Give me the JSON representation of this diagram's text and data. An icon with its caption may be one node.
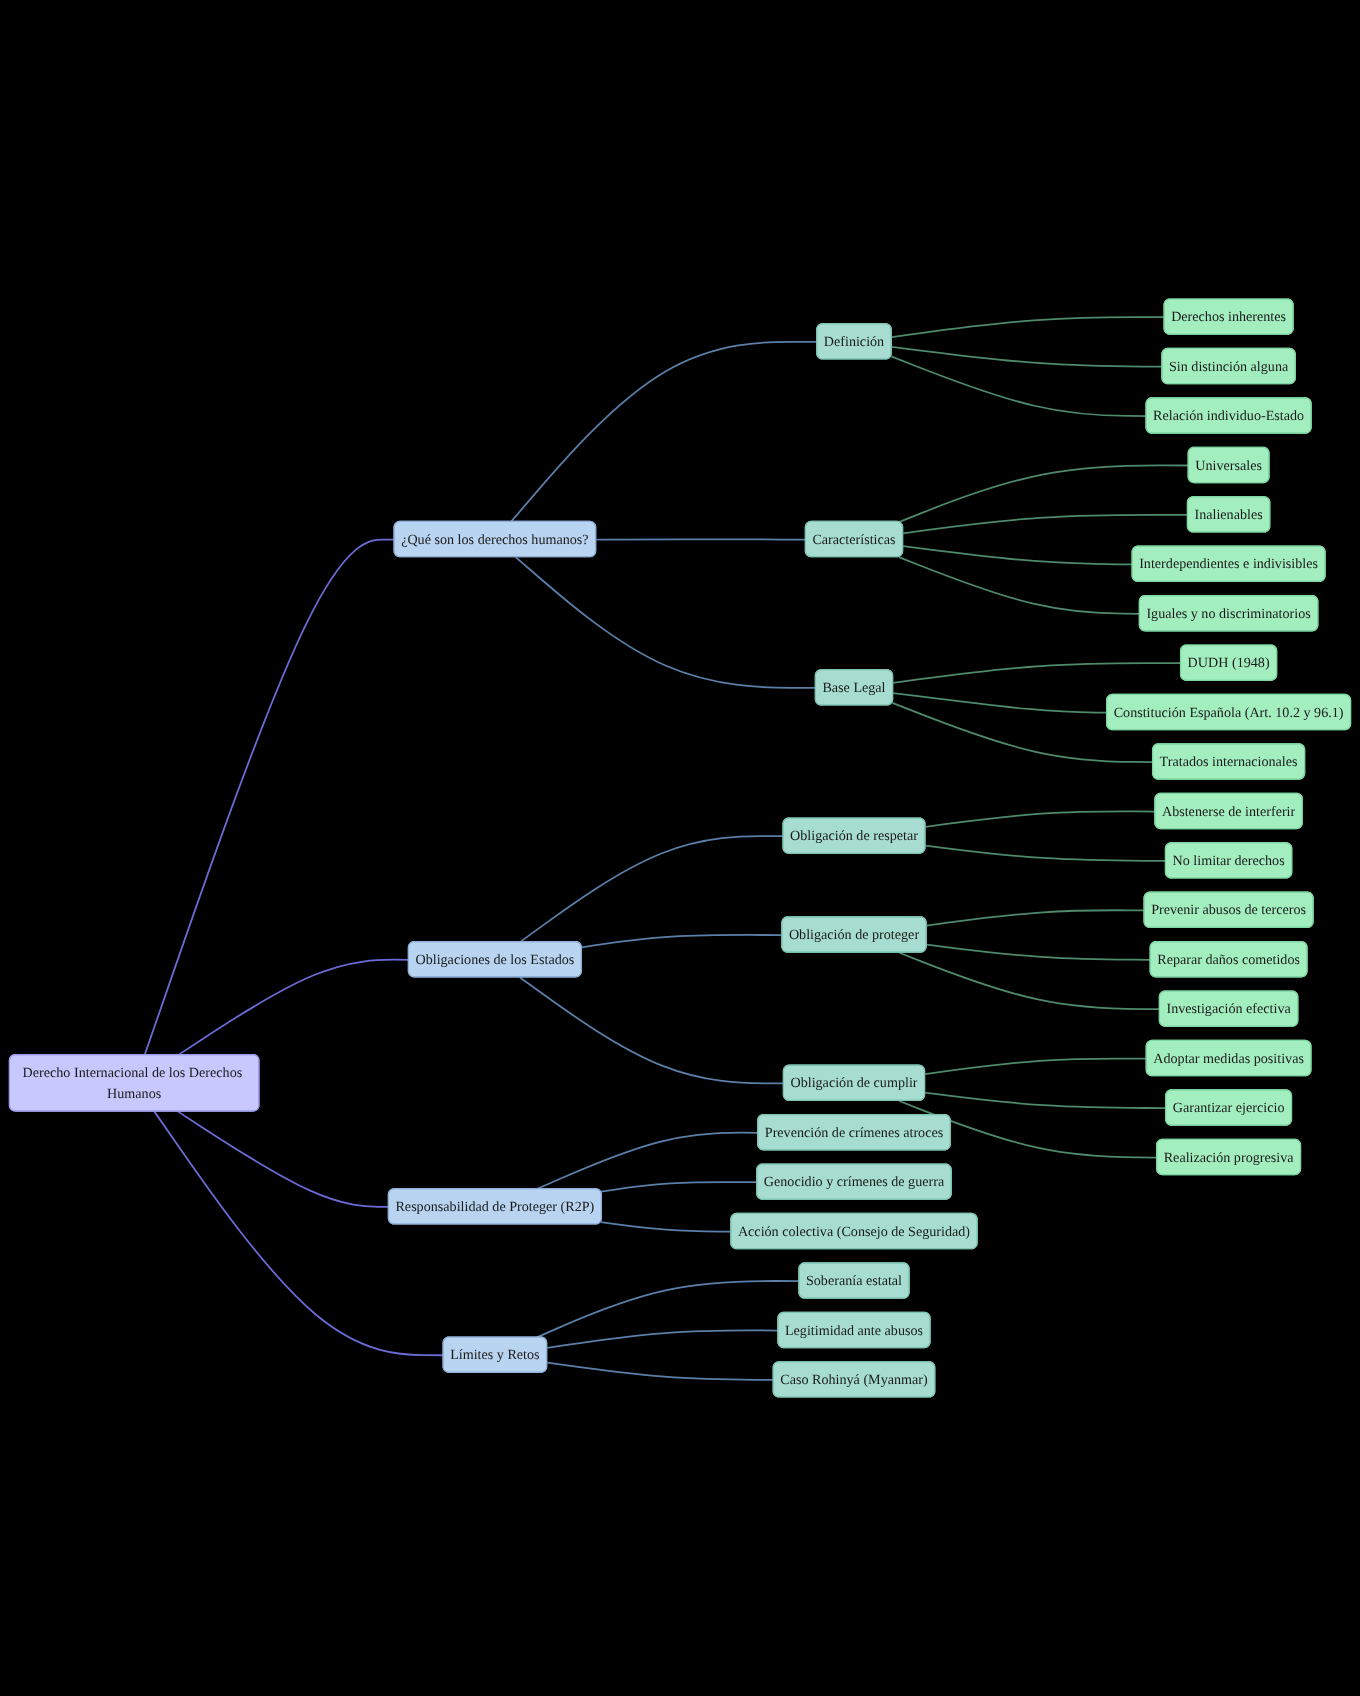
{
  "diagram": {
    "nodes": [
      {
        "text": [
          "Derecho Internacional de los Derechos Humanos"
        ]
      },
      {
        "text": [
          "¿Qué son los derechos humanos?"
        ]
      },
      {
        "text": [
          "Definición"
        ]
      },
      {
        "text": [
          "Derechos inherentes"
        ]
      },
      {
        "text": [
          "Sin distinción alguna"
        ]
      },
      {
        "text": [
          "Relación individuo-Estado"
        ]
      },
      {
        "text": [
          "Características"
        ]
      },
      {
        "text": [
          "Universales"
        ]
      },
      {
        "text": [
          "Inalienables"
        ]
      },
      {
        "text": [
          "Interdependientes e indivisibles"
        ]
      },
      {
        "text": [
          "Iguales y no discriminatorios"
        ]
      },
      {
        "text": [
          "Base Legal"
        ]
      },
      {
        "text": [
          "DUDH (1948)"
        ]
      },
      {
        "text": [
          "Constitución Española (Art. 10.2 y 96.1)"
        ]
      },
      {
        "text": [
          "Tratados internacionales"
        ]
      },
      {
        "text": [
          "Obligaciones de los Estados"
        ]
      },
      {
        "text": [
          "Obligación de respetar"
        ]
      },
      {
        "text": [
          "Abstenerse de interferir"
        ]
      },
      {
        "text": [
          "No limitar derechos"
        ]
      },
      {
        "text": [
          "Obligación de proteger"
        ]
      },
      {
        "text": [
          "Prevenir abusos de terceros"
        ]
      },
      {
        "text": [
          "Reparar daños cometidos"
        ]
      },
      {
        "text": [
          "Investigación efectiva"
        ]
      },
      {
        "text": [
          "Obligación de cumplir"
        ]
      },
      {
        "text": [
          "Adoptar medidas positivas"
        ]
      },
      {
        "text": [
          "Garantizar ejercicio"
        ]
      },
      {
        "text": [
          "Realización progresiva"
        ]
      },
      {
        "text": [
          "Responsabilidad de Proteger (R2P)"
        ]
      },
      {
        "text": [
          "Prevención de crímenes atroces"
        ]
      },
      {
        "text": [
          "Genocidio y crímenes de guerra"
        ]
      },
      {
        "text": [
          "Acción colectiva (Consejo de Seguridad)"
        ]
      },
      {
        "text": [
          "Límites y Retos"
        ]
      },
      {
        "text": [
          "Soberanía estatal"
        ]
      },
      {
        "text": [
          "Legitimidad ante abusos"
        ]
      },
      {
        "text": [
          "Caso Rohinyá (Myanmar)"
        ]
      }
    ],
    "edges": [
      {
        "from": 0,
        "to": 1,
        "arrow": "none",
        "color": "#6b6bd6"
      },
      {
        "from": 1,
        "to": 2,
        "arrow": "none",
        "color": "#5b7fa8"
      },
      {
        "from": 2,
        "to": 3,
        "arrow": "none"
      },
      {
        "from": 2,
        "to": 4,
        "arrow": "none"
      },
      {
        "from": 2,
        "to": 5,
        "arrow": "none"
      },
      {
        "from": 1,
        "to": 6,
        "arrow": "none",
        "color": "#5b7fa8"
      },
      {
        "from": 6,
        "to": 7,
        "arrow": "none"
      },
      {
        "from": 6,
        "to": 8,
        "arrow": "none"
      },
      {
        "from": 6,
        "to": 9,
        "arrow": "none"
      },
      {
        "from": 6,
        "to": 10,
        "arrow": "none"
      },
      {
        "from": 1,
        "to": 11,
        "arrow": "none",
        "color": "#5b7fa8"
      },
      {
        "from": 11,
        "to": 12,
        "arrow": "none"
      },
      {
        "from": 11,
        "to": 13,
        "arrow": "none"
      },
      {
        "from": 11,
        "to": 14,
        "arrow": "none"
      },
      {
        "from": 0,
        "to": 15,
        "arrow": "none",
        "color": "#6b6bd6"
      },
      {
        "from": 15,
        "to": 16,
        "arrow": "none",
        "color": "#5b7fa8"
      },
      {
        "from": 16,
        "to": 17,
        "arrow": "none"
      },
      {
        "from": 16,
        "to": 18,
        "arrow": "none"
      },
      {
        "from": 15,
        "to": 19,
        "arrow": "none",
        "color": "#5b7fa8"
      },
      {
        "from": 19,
        "to": 20,
        "arrow": "none"
      },
      {
        "from": 19,
        "to": 21,
        "arrow": "none"
      },
      {
        "from": 19,
        "to": 22,
        "arrow": "none"
      },
      {
        "from": 15,
        "to": 23,
        "arrow": "none",
        "color": "#5b7fa8"
      },
      {
        "from": 23,
        "to": 24,
        "arrow": "none"
      },
      {
        "from": 23,
        "to": 25,
        "arrow": "none"
      },
      {
        "from": 23,
        "to": 26,
        "arrow": "none"
      },
      {
        "from": 0,
        "to": 27,
        "arrow": "none",
        "color": "#6b6bd6"
      },
      {
        "from": 27,
        "to": 28,
        "arrow": "none",
        "color": "#5b7fa8"
      },
      {
        "from": 27,
        "to": 29,
        "arrow": "none",
        "color": "#5b7fa8"
      },
      {
        "from": 27,
        "to": 30,
        "arrow": "none",
        "color": "#5b7fa8"
      },
      {
        "from": 0,
        "to": 31,
        "arrow": "none",
        "color": "#6b6bd6"
      },
      {
        "from": 31,
        "to": 32,
        "arrow": "none",
        "color": "#5b7fa8"
      },
      {
        "from": 31,
        "to": 33,
        "arrow": "none",
        "color": "#5b7fa8"
      },
      {
        "from": 31,
        "to": 34,
        "arrow": "none",
        "color": "#5b7fa8"
      }
    ]
  }
}
